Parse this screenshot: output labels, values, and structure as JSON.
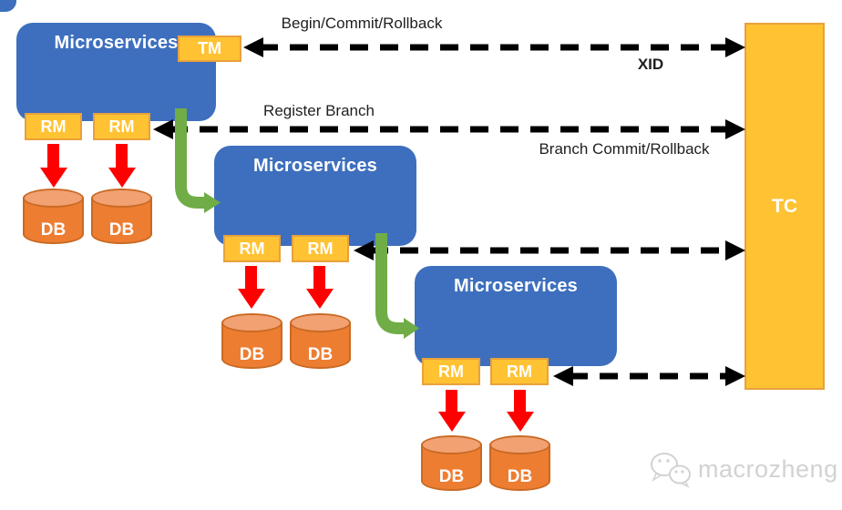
{
  "nodes": {
    "microservices": [
      "Microservices",
      "Microservices",
      "Microservices"
    ],
    "tm": "TM",
    "rms": [
      "RM",
      "RM",
      "RM",
      "RM",
      "RM",
      "RM"
    ],
    "dbs": [
      "DB",
      "DB",
      "DB",
      "DB",
      "DB",
      "DB"
    ],
    "tc": "TC"
  },
  "edge_labels": {
    "begin_commit_rollback": "Begin/Commit/Rollback",
    "xid": "XID",
    "register_branch": "Register Branch",
    "branch_commit_rollback": "Branch Commit/Rollback"
  },
  "watermark": "macrozheng",
  "colors": {
    "microservice_blue": "#3E6FBE",
    "chip_gold": "#FFC233",
    "chip_border": "#E8A13C",
    "db_orange": "#ED7D31",
    "db_top": "#F2A173",
    "db_border": "#C96A24",
    "arrow_red": "#FF0000",
    "arrow_green": "#70AD47",
    "arrow_black": "#000000",
    "watermark_gray": "#D2D2D2"
  }
}
